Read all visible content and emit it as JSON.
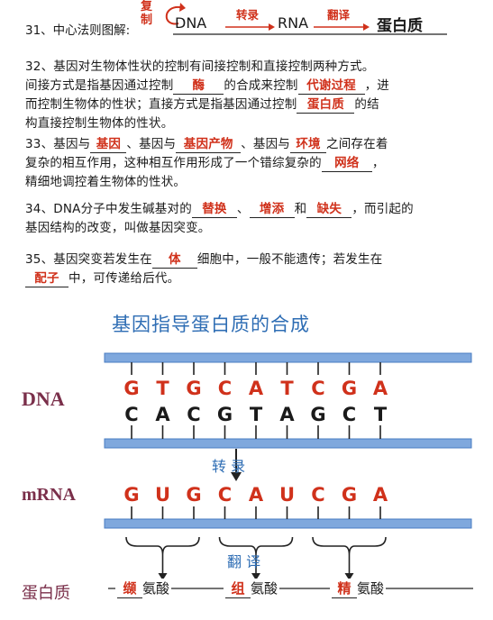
{
  "q31": {
    "prefix": "31、中心法则图解:",
    "replicate": "复制",
    "dna": "DNA",
    "transcription": "转录",
    "rna": "RNA",
    "translation": "翻译",
    "protein": "蛋白质"
  },
  "q32": {
    "line1": "32、基因对生物体性状的控制有间接控制和直接控制两种方式。",
    "l2a": "间接方式是指基因通过控制",
    "b1": "酶",
    "l2b": "的合成来控制",
    "b2": "代谢过程",
    "l2c": "，进",
    "line3": "而控制生物体的性状；直接方式是指基因通过控制",
    "b3": "蛋白质",
    "l3c": "的结",
    "line4": "构直接控制生物体的性状。"
  },
  "q33": {
    "a": "33、基因与",
    "b1": "基因",
    "b": "、基因与",
    "b2": "基因产物",
    "c": "、基因与",
    "b3": "环境",
    "d": "之间存在着",
    "l2a": "复杂的相互作用，这种相互作用形成了一个错综复杂的",
    "b4": "网络",
    "l2b": "，",
    "line3": "精细地调控着生物体的性状。"
  },
  "q34": {
    "a": "34、DNA分子中发生碱基对的",
    "b1": "替换",
    "sep1": "、",
    "b2": "增添",
    "sep2": "和",
    "b3": "缺失",
    "b": "，而引起的",
    "line2": "基因结构的改变，叫做基因突变。"
  },
  "q35": {
    "a": "35、基因突变若发生在",
    "b1": "体",
    "b": "细胞中，一般不能遗传；若发生在",
    "b2": "配子",
    "c": "中，可传递给后代。"
  },
  "diagram": {
    "title": "基因指导蛋白质的合成",
    "dna_label": "DNA",
    "mrna_label": "mRNA",
    "protein_label": "蛋白质",
    "dna_top": [
      "G",
      "T",
      "G",
      "C",
      "A",
      "T",
      "C",
      "G",
      "A"
    ],
    "dna_bottom": [
      "C",
      "A",
      "C",
      "G",
      "T",
      "A",
      "G",
      "C",
      "T"
    ],
    "mrna": [
      "G",
      "U",
      "G",
      "C",
      "A",
      "U",
      "C",
      "G",
      "A"
    ],
    "transcription": "转 录",
    "translation": "翻 译",
    "amino_suffix": "氨酸",
    "amino_acids": [
      "缬",
      "组",
      "精"
    ],
    "colors": {
      "red": "#d0311b",
      "blue": "#2e6db4",
      "strand": "#5b8fd0"
    }
  }
}
